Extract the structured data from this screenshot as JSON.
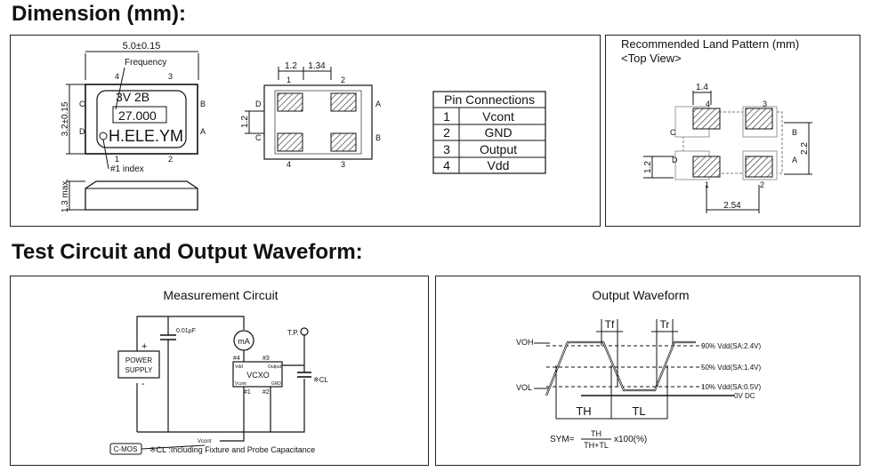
{
  "headings": {
    "dimension": "Dimension (mm):",
    "test": "Test Circuit and Output Waveform:"
  },
  "top_view": {
    "width_dim": "5.0±0.15",
    "height_dim": "3.2±0.15",
    "frequency_label": "Frequency",
    "marking_line1": "3V 2B",
    "marking_line2": "27.000",
    "marking_line3": "H.ELE.YM",
    "index_label": "#1 index",
    "pin_nums": [
      "4",
      "3",
      "1",
      "2"
    ],
    "side_letters": [
      "C",
      "D",
      "B",
      "A"
    ]
  },
  "side_view": {
    "height_dim": "1.3 max."
  },
  "bottom_view": {
    "dim1": "1.2",
    "dim2": "1.34",
    "dim3": "1.2",
    "pin_nums": [
      "1",
      "2",
      "4",
      "3"
    ],
    "side_letters": [
      "D",
      "C",
      "A",
      "B"
    ]
  },
  "pin_table": {
    "title": "Pin Connections",
    "rows": [
      {
        "num": "1",
        "name": "Vcont"
      },
      {
        "num": "2",
        "name": "GND"
      },
      {
        "num": "3",
        "name": "Output"
      },
      {
        "num": "4",
        "name": "Vdd"
      }
    ]
  },
  "land": {
    "title1": "Recommended Land Pattern (mm)",
    "title2": "<Top View>",
    "dim_top": "1.4",
    "dim_right": "2.2",
    "dim_left": "1.2",
    "dim_bottom": "2.54",
    "pin_nums": [
      "4",
      "3",
      "1",
      "2"
    ],
    "letters": [
      "C",
      "D",
      "B",
      "A"
    ]
  },
  "circuit": {
    "title": "Measurement Circuit",
    "cap_label": "0.01µF",
    "supply_label1": "POWER",
    "supply_label2": "SUPPLY",
    "plus": "+",
    "minus": "-",
    "meter": "mA",
    "tp_label": "T.P.",
    "vcxo": "VCXO",
    "vdd_pin": "Vdd",
    "output_pin": "Output",
    "vcont_pin": "Vcont",
    "gnd_pin": "GND",
    "pin4": "#4",
    "pin3": "#3",
    "pin1": "#1",
    "pin2": "#2",
    "cl_label": "※CL",
    "vcont_label": "Vcont",
    "cmos_label": "C-MOS",
    "footnote": "※CL :Including Fixture and Probe Capacitance"
  },
  "waveform": {
    "title": "Output Waveform",
    "voh": "VOH",
    "vol": "VOL",
    "level90": "90% Vdd(SA:2.4V)",
    "level50": "50% Vdd(SA:1.4V)",
    "level10": "10% Vdd(SA:0.5V)",
    "level0": "0V DC",
    "tf": "Tf",
    "tr": "Tr",
    "th": "TH",
    "tl": "TL",
    "sym_prefix": "SYM=",
    "sym_num": "TH",
    "sym_den": "TH+TL",
    "sym_suffix": "x100(%)"
  }
}
